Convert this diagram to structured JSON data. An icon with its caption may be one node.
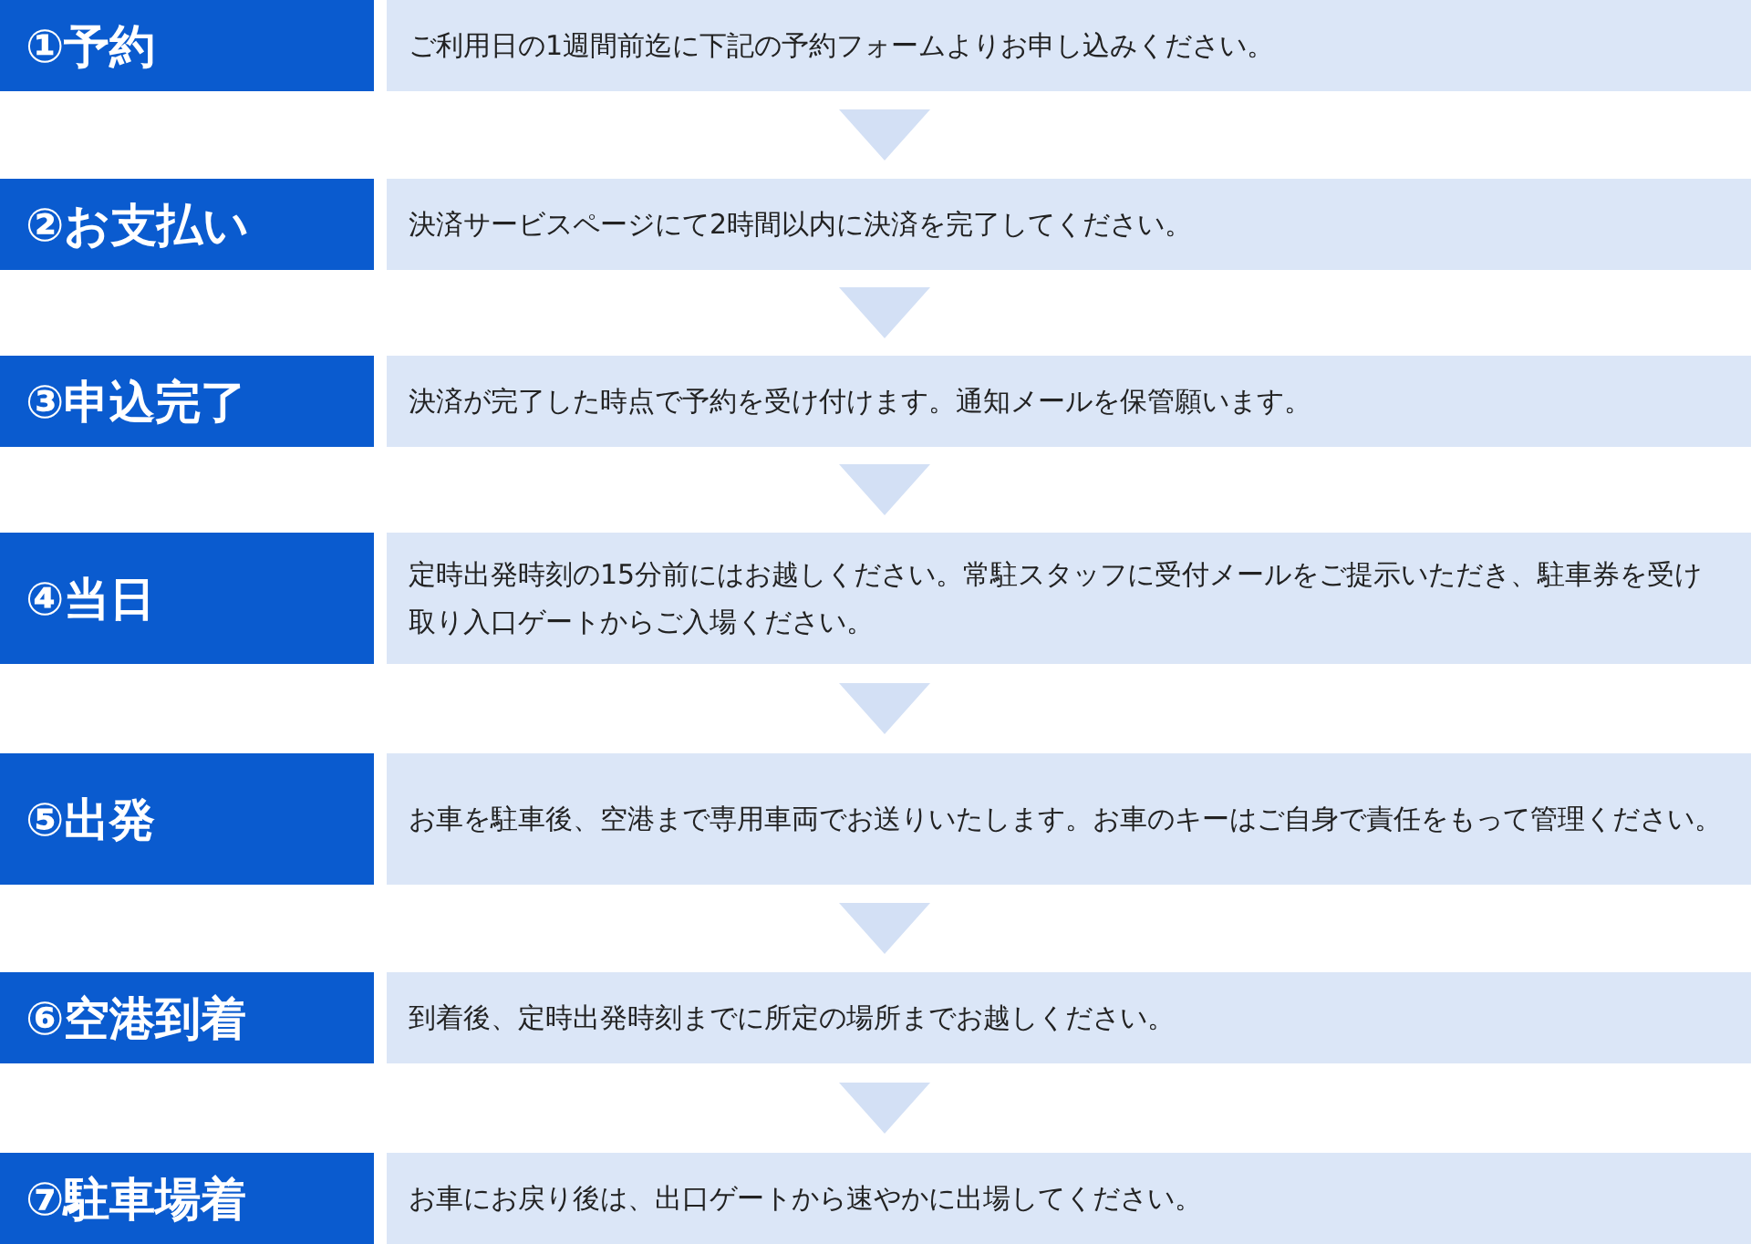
{
  "diagram": {
    "nodes": [
      {
        "text": [
          "①予約"
        ]
      },
      {
        "text": [
          "ご利用日の1週間前迄に下記の予約フォームよりお申し込みください。"
        ]
      },
      {
        "text": [
          "②お支払い"
        ]
      },
      {
        "text": [
          "決済サービスページにて2時間以内に決済を完了してください。"
        ]
      },
      {
        "text": [
          "③申込完了"
        ]
      },
      {
        "text": [
          "決済が完了した時点で予約を受け付けます。通知メールを保管願います。"
        ]
      },
      {
        "text": [
          "④当日"
        ]
      },
      {
        "text": [
          "定時出発時刻の15分前にはお越しください。常駐スタッフに受付メールをご提示いただき、駐車券を受け取り入口ゲートからご入場ください。"
        ]
      },
      {
        "text": [
          "⑤出発"
        ]
      },
      {
        "text": [
          "お車を駐車後、空港まで専用車両でお送りいたします。お車のキーはご自身で責任をもって管理ください。"
        ]
      },
      {
        "text": [
          "⑥空港到着"
        ]
      },
      {
        "text": [
          "到着後、定時出発時刻までに所定の場所までお越しください。"
        ]
      },
      {
        "text": [
          "⑦駐車場着"
        ]
      },
      {
        "text": [
          "お車にお戻り後は、出口ゲートから速やかに出場してください。"
        ]
      }
    ],
    "edges": [
      {
        "from": 1,
        "to": 3,
        "arrow": "to"
      },
      {
        "from": 3,
        "to": 5,
        "arrow": "to"
      },
      {
        "from": 5,
        "to": 7,
        "arrow": "to"
      },
      {
        "from": 7,
        "to": 9,
        "arrow": "to"
      },
      {
        "from": 9,
        "to": 11,
        "arrow": "to"
      },
      {
        "from": 11,
        "to": 13,
        "arrow": "to"
      }
    ]
  }
}
